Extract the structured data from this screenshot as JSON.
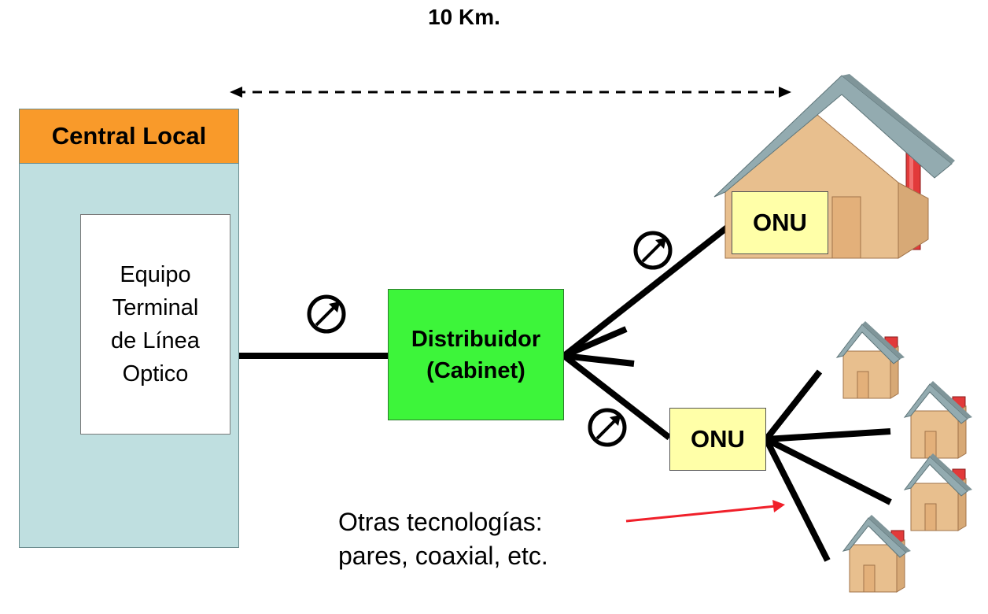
{
  "distance_label": "10 Km.",
  "central": {
    "header": "Central Local",
    "equipment_lines": [
      "Equipo",
      "Terminal",
      "de Línea",
      "Optico"
    ]
  },
  "distributor": {
    "lines": [
      "Distribuidor",
      "(Cabinet)"
    ]
  },
  "onu_house_label": "ONU",
  "onu_center_label": "ONU",
  "caption_lines": [
    "Otras tecnologías:",
    "pares, coaxial, etc."
  ],
  "colors": {
    "central_header": "#f99a2a",
    "central_body": "#bfdfe0",
    "distributor": "#3df53a",
    "onu": "#ffffa8",
    "house_wall": "#e8bf8e",
    "house_roof": "#93abb0",
    "chimney": "#e23a3a",
    "arrow_red": "#f0202a"
  },
  "icons": [
    "optical-meter-icon",
    "house-icon",
    "dashed-double-arrow-icon",
    "red-arrow-icon"
  ]
}
